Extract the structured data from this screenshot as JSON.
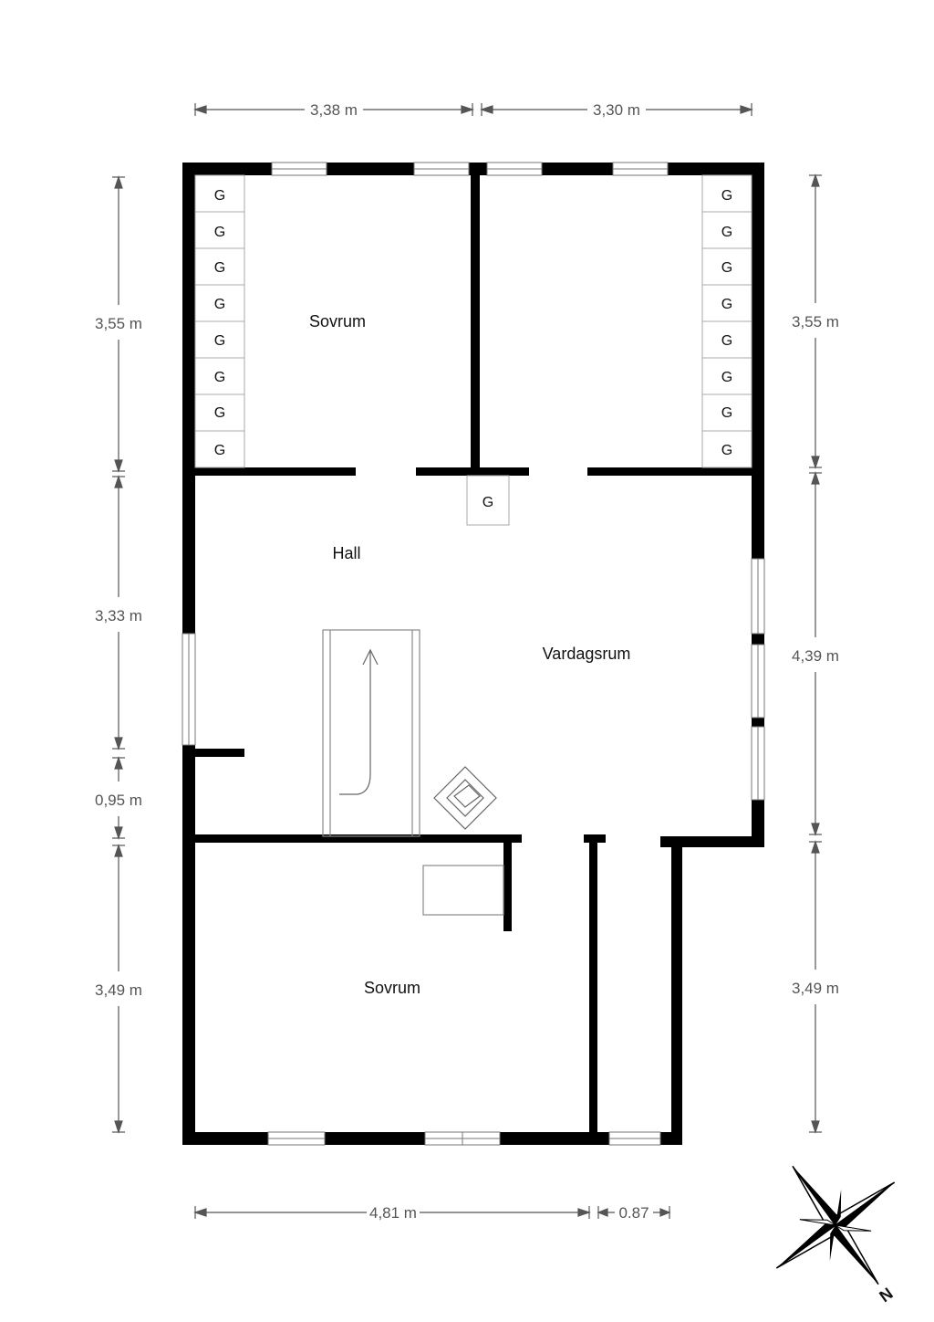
{
  "rooms": {
    "sovrum_top": "Sovrum",
    "hall": "Hall",
    "vardagsrum": "Vardagsrum",
    "sovrum_bottom": "Sovrum"
  },
  "closet_label": "G",
  "dimensions": {
    "top_left": "3,38 m",
    "top_right": "3,30 m",
    "left_1": "3,55 m",
    "left_2": "3,33 m",
    "left_3": "0,95 m",
    "left_4": "3,49 m",
    "right_1": "3,55 m",
    "right_2": "4,39 m",
    "right_3": "3,49 m",
    "bottom_left": "4,81 m",
    "bottom_right": "0.87"
  },
  "compass_label": "N",
  "colors": {
    "wall": "#000000",
    "dimension_line": "#555555",
    "fixture": "#888888"
  }
}
